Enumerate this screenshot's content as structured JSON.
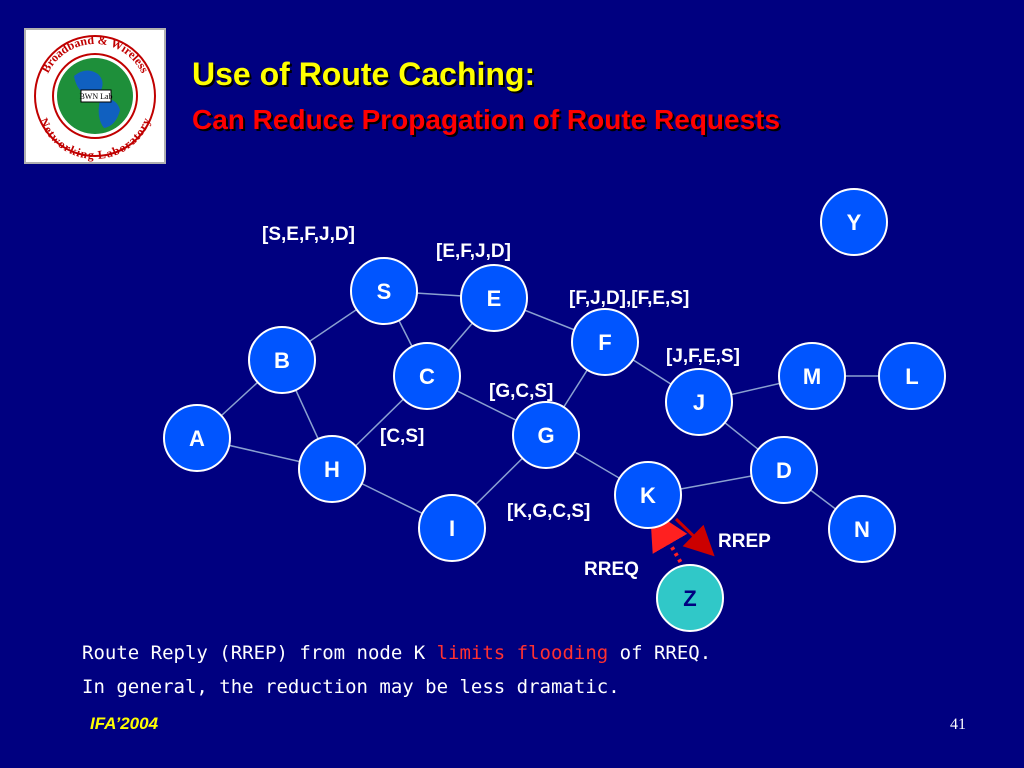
{
  "header": {
    "logo_text_top": "Broadband & Wireless",
    "logo_text_bottom": "Networking Laboratory",
    "logo_center": "BWN Lab",
    "title": "Use of Route Caching:",
    "subtitle": "Can Reduce Propagation of Route Requests"
  },
  "colors": {
    "background": "#000080",
    "node_fill": "#0055ff",
    "dest_fill": "#30c8c8",
    "edge": "#8aa0d0",
    "arrow_rrep": "#cc0000",
    "arrow_rreq": "#ff2020",
    "title": "#ffff00",
    "subtitle": "#ff0000"
  },
  "network": {
    "nodes": [
      {
        "id": "S",
        "label": "S"
      },
      {
        "id": "E",
        "label": "E"
      },
      {
        "id": "F",
        "label": "F"
      },
      {
        "id": "B",
        "label": "B"
      },
      {
        "id": "C",
        "label": "C"
      },
      {
        "id": "J",
        "label": "J"
      },
      {
        "id": "M",
        "label": "M"
      },
      {
        "id": "L",
        "label": "L"
      },
      {
        "id": "A",
        "label": "A"
      },
      {
        "id": "G",
        "label": "G"
      },
      {
        "id": "H",
        "label": "H"
      },
      {
        "id": "D",
        "label": "D"
      },
      {
        "id": "K",
        "label": "K"
      },
      {
        "id": "I",
        "label": "I"
      },
      {
        "id": "N",
        "label": "N"
      },
      {
        "id": "Y",
        "label": "Y"
      },
      {
        "id": "Z",
        "label": "Z",
        "highlight": true
      }
    ],
    "edges": [
      [
        "S",
        "E"
      ],
      [
        "S",
        "B"
      ],
      [
        "S",
        "C"
      ],
      [
        "E",
        "C"
      ],
      [
        "E",
        "F"
      ],
      [
        "F",
        "J"
      ],
      [
        "F",
        "G"
      ],
      [
        "C",
        "G"
      ],
      [
        "C",
        "H"
      ],
      [
        "B",
        "A"
      ],
      [
        "B",
        "H"
      ],
      [
        "A",
        "H"
      ],
      [
        "H",
        "I"
      ],
      [
        "I",
        "G"
      ],
      [
        "G",
        "K"
      ],
      [
        "K",
        "D"
      ],
      [
        "J",
        "D"
      ],
      [
        "J",
        "M"
      ],
      [
        "M",
        "L"
      ],
      [
        "D",
        "N"
      ]
    ],
    "route_labels": [
      {
        "id": "S",
        "text": "[S,E,F,J,D]"
      },
      {
        "id": "E",
        "text": "[E,F,J,D]"
      },
      {
        "id": "F",
        "text": "[F,J,D],[F,E,S]"
      },
      {
        "id": "J",
        "text": "[J,F,E,S]"
      },
      {
        "id": "G",
        "text": "[G,C,S]"
      },
      {
        "id": "C",
        "text": "[C,S]"
      },
      {
        "id": "K",
        "text": "[K,G,C,S]"
      }
    ],
    "arrow_labels": {
      "rrep": "RREP",
      "rreq": "RREQ"
    }
  },
  "body_text": {
    "line1_before": "Route Reply (RREP) from node K ",
    "line1_highlight": "limits flooding",
    "line1_after": " of RREQ.",
    "line2": "In general, the reduction may be less dramatic."
  },
  "footer": {
    "left": "IFA’2004",
    "right": "41"
  }
}
